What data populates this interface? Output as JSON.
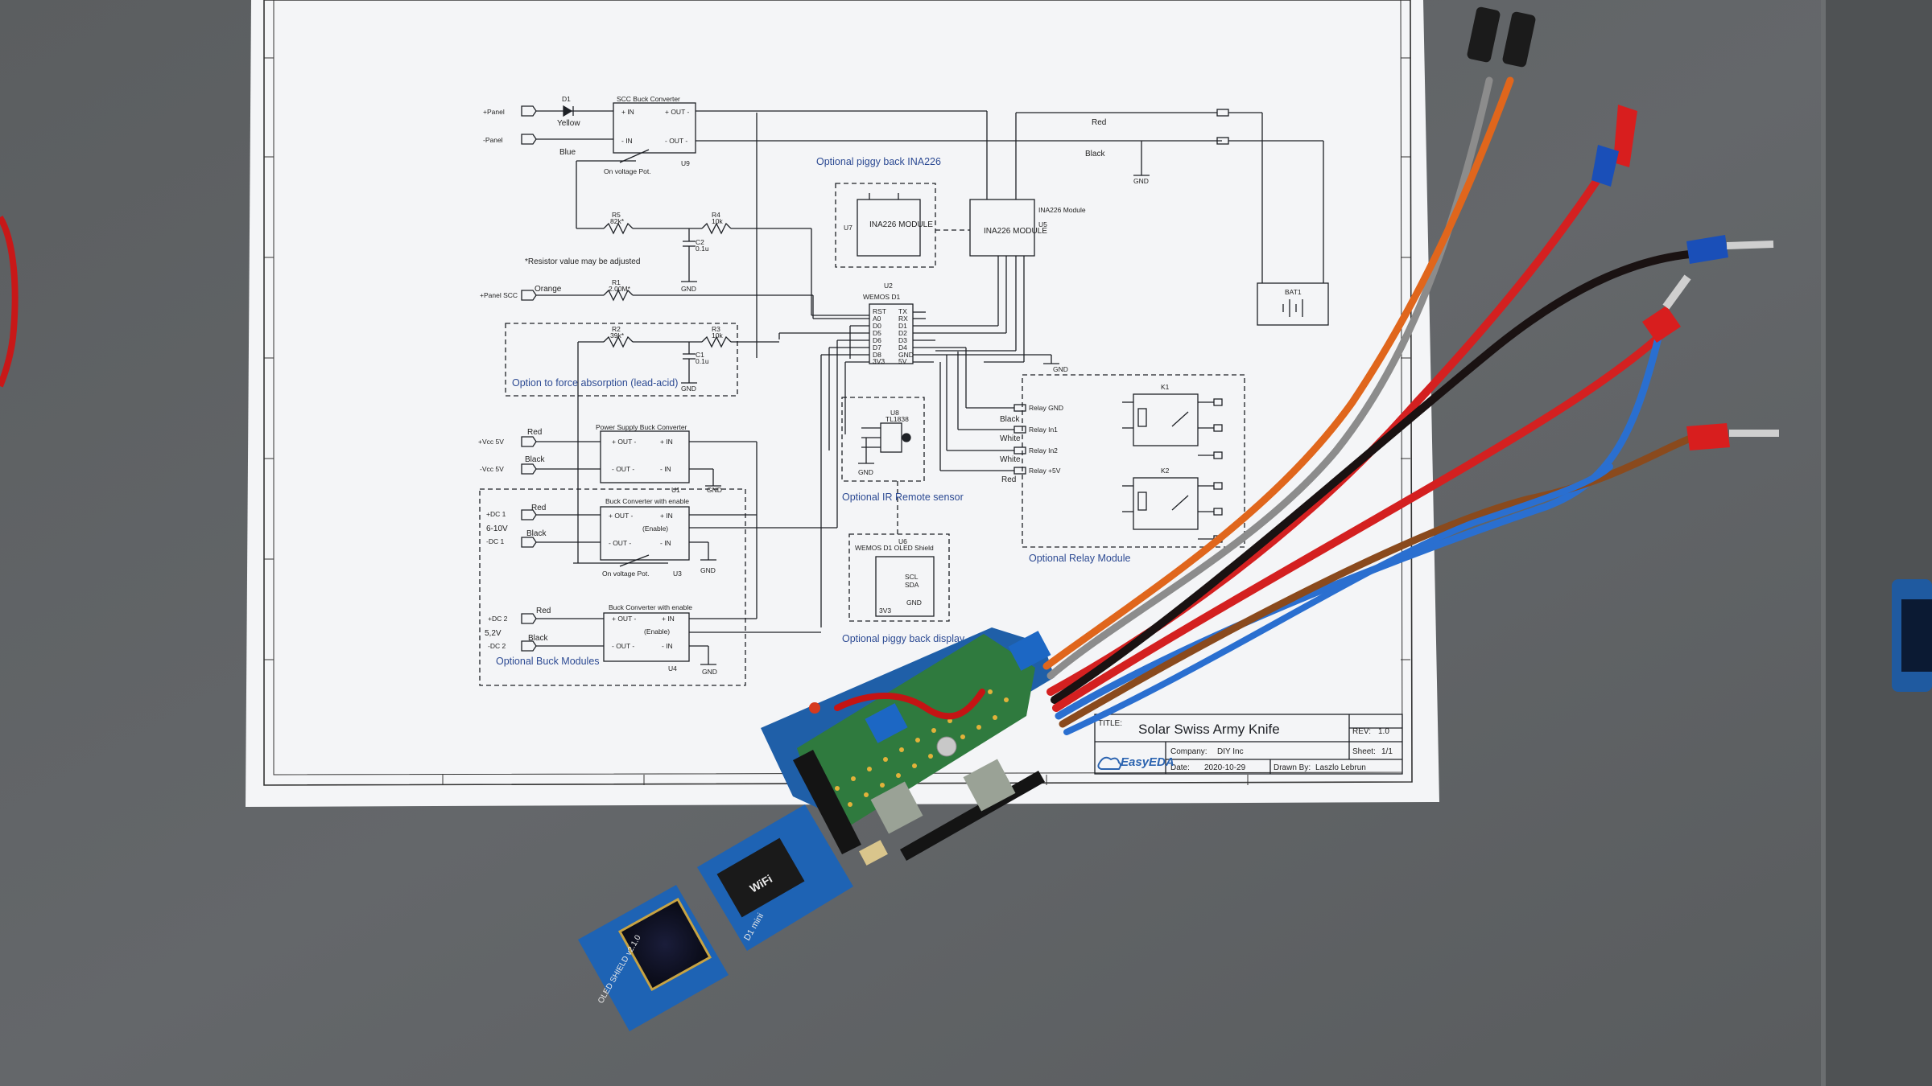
{
  "title_block": {
    "title_label": "TITLE:",
    "title": "Solar Swiss Army Knife",
    "rev_label": "REV:",
    "rev": "1.0",
    "company_label": "Company:",
    "company": "DIY Inc",
    "sheet_label": "Sheet:",
    "sheet": "1/1",
    "date_label": "Date:",
    "date": "2020-10-29",
    "drawn_label": "Drawn By:",
    "drawn_by": "Laszlo Lebrun",
    "logo_text": "EasyEDA"
  },
  "schematic": {
    "panel_plus": "+Panel",
    "panel_minus": "-Panel",
    "d1": "D1",
    "yellow": "Yellow",
    "blue": "Blue",
    "scc_title": "SCC Buck Converter",
    "plus_in": "+ IN",
    "minus_in": "- IN",
    "plus_out": "+ OUT -",
    "minus_out": "- OUT -",
    "u9": "U9",
    "on_voltage_pot": "On voltage Pot.",
    "red": "Red",
    "black": "Black",
    "gnd": "GND",
    "opt_ina": "Optional piggy back INA226",
    "ina_module": "INA226 MODULE",
    "ina_module_label": "INA226 Module",
    "u7": "U7",
    "u5": "U5",
    "r5": "R5",
    "r5v": "82k*",
    "r4": "R4",
    "r4v": "10k",
    "c2": "C2",
    "c2v": "0.1u",
    "resistor_note": "*Resistor value may be adjusted",
    "u2": "U2",
    "wemos": "WEMOS D1",
    "wemos_left_pins": [
      "RST",
      "A0",
      "D0",
      "D5",
      "D6",
      "D7",
      "D8",
      "3V3"
    ],
    "wemos_right_pins": [
      "TX",
      "RX",
      "D1",
      "D2",
      "D3",
      "D4",
      "GND",
      "5V"
    ],
    "panel_scc": "+Panel SCC",
    "orange": "Orange",
    "r1": "R1",
    "r1v": "2.00M*",
    "r2": "R2",
    "r2v": "39k*",
    "r3": "R3",
    "r3v": "10k",
    "c1": "C1",
    "c1v": "0.1u",
    "opt_absorption": "Option to force absorption (lead-acid)",
    "bat1": "BAT1",
    "ps_buck": "Power Supply Buck Converter",
    "vcc5_plus": "+Vcc 5V",
    "vcc5_minus": "-Vcc 5V",
    "buck_enable": "Buck Converter with enable",
    "enable": "(Enable)",
    "dc1_plus": "+DC 1",
    "dc1_minus": "-DC 1",
    "v6_10": "6-10V",
    "dc2_plus": "+DC 2",
    "dc2_minus": "-DC 2",
    "v5_2": "5,2V",
    "u1": "U1",
    "u3": "U3",
    "u4": "U4",
    "opt_buck": "Optional Buck Modules",
    "u8": "U8",
    "tl1838": "TL1838",
    "opt_ir": "Optional IR Remote sensor",
    "u6": "U6",
    "oled_shield": "WEMOS D1 OLED Shield",
    "scl": "SCL",
    "sda": "SDA",
    "v3v3": "3V3",
    "opt_display": "Optional piggy back display",
    "relay_gnd": "Relay GND",
    "relay_in1": "Relay In1",
    "relay_in2": "Relay In2",
    "relay_5v": "Relay +5V",
    "white": "White",
    "k1": "K1",
    "k2": "K2",
    "opt_relay": "Optional Relay Module"
  },
  "hardware": {
    "oled_silk": "OLED SHIELD v2.1.0",
    "d1mini_silk": "D1 mini",
    "wifi_logo": "WiFi"
  },
  "colors": {
    "desk": "#5f6264",
    "paper": "#f4f5f7",
    "schematic_ink": "#1e2126",
    "note_blue": "#2c4a93",
    "pcb_green": "#2f7a3e",
    "pcb_blue": "#1f5fa8",
    "wire_red": "#d42020",
    "wire_black": "#1a1212",
    "wire_blue": "#2a6fd0",
    "wire_brown": "#8a4a1d",
    "wire_orange": "#e0661c",
    "wire_grey": "#8c8c8c"
  }
}
